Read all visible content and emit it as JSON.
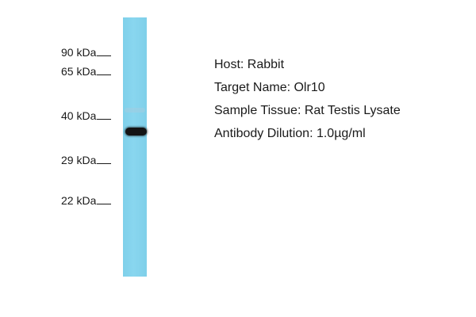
{
  "markers": [
    {
      "label": "90 kDa"
    },
    {
      "label": "65 kDa"
    },
    {
      "label": "40 kDa"
    },
    {
      "label": "29 kDa"
    },
    {
      "label": "22 kDa"
    }
  ],
  "info": {
    "host": "Host: Rabbit",
    "target": "Target Name: Olr10",
    "tissue": "Sample Tissue: Rat Testis Lysate",
    "dilution": "Antibody Dilution: 1.0µg/ml"
  },
  "colors": {
    "lane": "#86d4ee",
    "band": "#141414"
  }
}
